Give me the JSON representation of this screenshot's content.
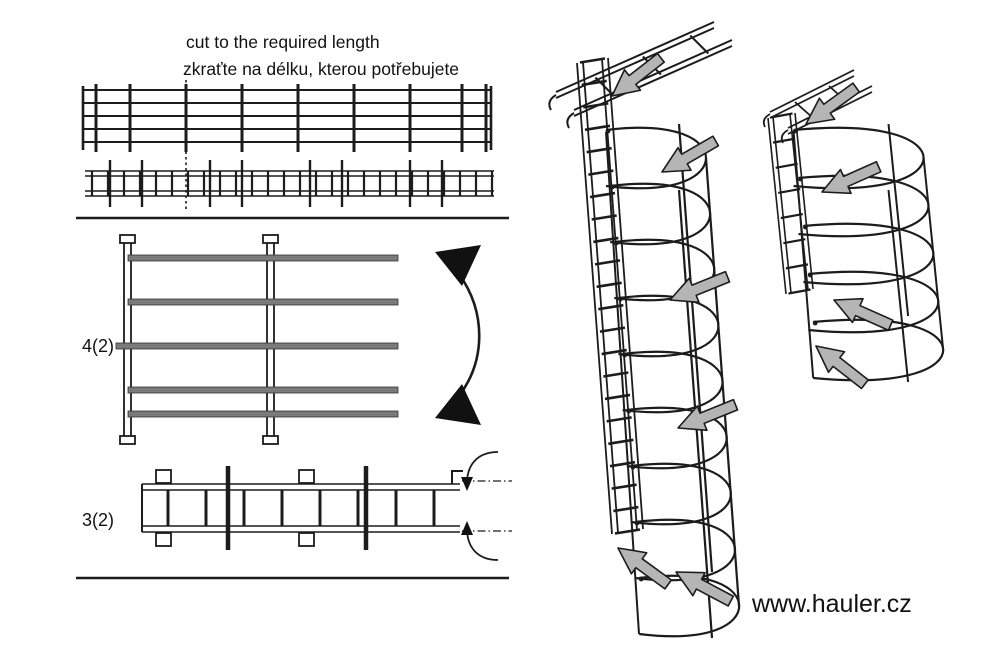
{
  "instructions": {
    "cut_en": "cut to the required length",
    "cut_cs": "zkraťte na délku, kterou potřebujete"
  },
  "parts": {
    "frame_label": "4(2)",
    "ladder_label": "3(2)"
  },
  "footer": {
    "website": "www.hauler.cz"
  },
  "icons": {
    "assembly_arrow": "thick-gray-arrow",
    "flip_arrow": "curved-double-head-arrow",
    "fold_arrow": "small-curved-arrow",
    "cut_line": "vertical-dotted-line"
  },
  "colors": {
    "ink": "#1c1c1c",
    "bar_gray": "#7a7a7a",
    "arrow_gray": "#b5b5b5",
    "background": "#ffffff"
  }
}
